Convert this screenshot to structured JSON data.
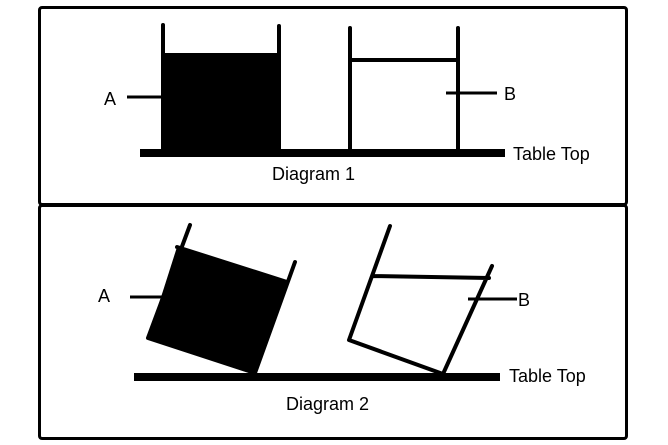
{
  "diagram1": {
    "caption": "Diagram 1",
    "label_a": "A",
    "label_b": "B",
    "table_label": "Table Top"
  },
  "diagram2": {
    "caption": "Diagram 2",
    "label_a": "A",
    "label_b": "B",
    "table_label": "Table Top"
  },
  "colors": {
    "ink": "#000000",
    "background": "#ffffff"
  }
}
